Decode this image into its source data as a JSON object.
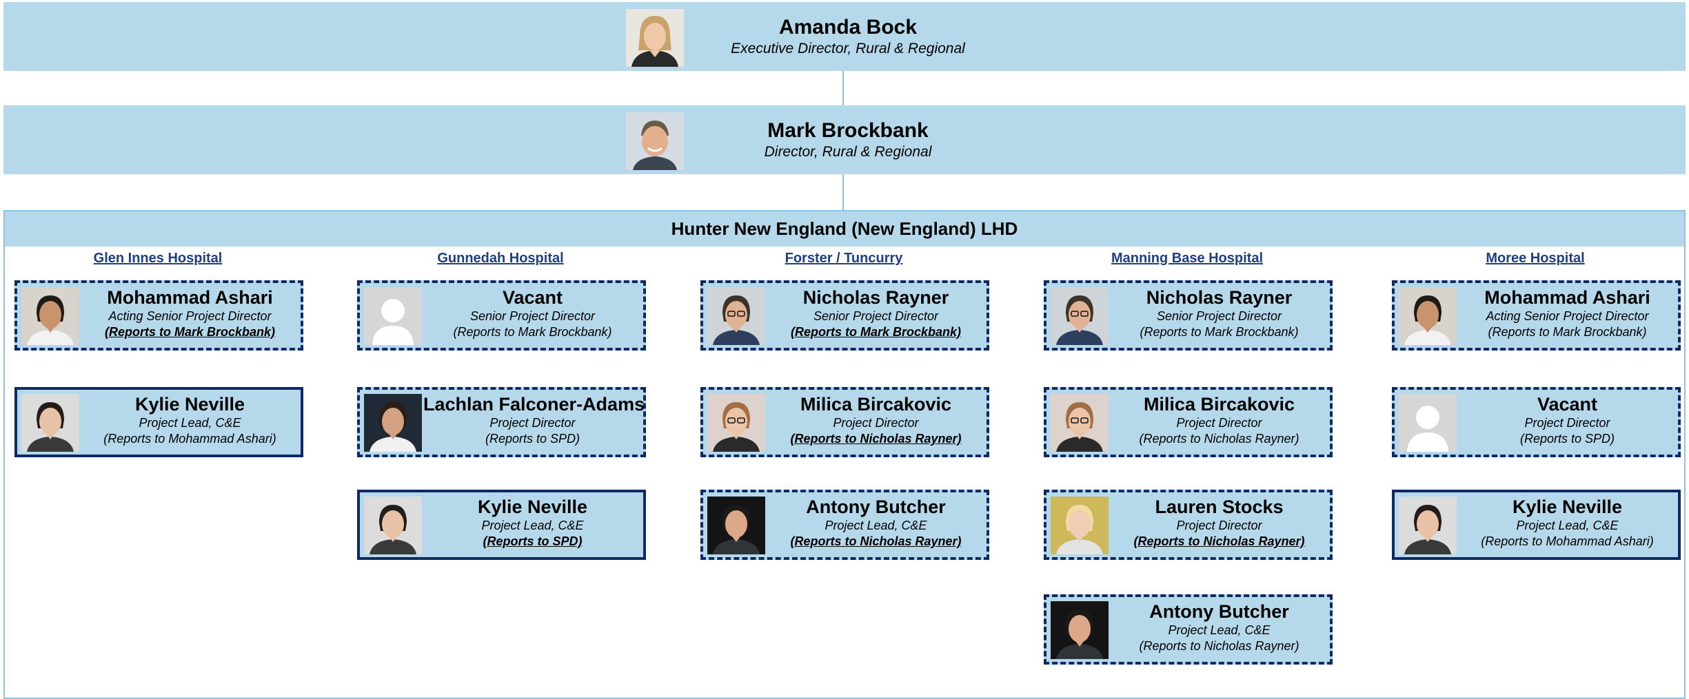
{
  "top": {
    "executive": {
      "name": "Amanda Bock",
      "title": "Executive Director, Rural & Regional"
    },
    "director": {
      "name": "Mark Brockbank",
      "title": "Director, Rural & Regional"
    }
  },
  "lhd": {
    "title": "Hunter New England (New England) LHD",
    "columns": [
      {
        "site": "Glen Innes Hospital",
        "cards": [
          {
            "name": "Mohammad Ashari",
            "title": "Acting Senior Project Director",
            "reports": "(Reports to Mark Brockbank)"
          },
          {
            "name": "Kylie Neville",
            "title": "Project Lead, C&E",
            "reports": "(Reports to Mohammad Ashari)"
          }
        ]
      },
      {
        "site": "Gunnedah Hospital",
        "cards": [
          {
            "name": "Vacant",
            "title": "Senior Project Director",
            "reports": "(Reports to Mark Brockbank)"
          },
          {
            "name": "Lachlan Falconer-Adams",
            "title": "Project Director",
            "reports": "(Reports to SPD)"
          },
          {
            "name": "Kylie Neville",
            "title": "Project Lead, C&E",
            "reports": "(Reports to SPD)"
          }
        ]
      },
      {
        "site": "Forster / Tuncurry",
        "cards": [
          {
            "name": "Nicholas Rayner",
            "title": "Senior Project Director",
            "reports": "(Reports to Mark Brockbank)"
          },
          {
            "name": "Milica Bircakovic",
            "title": "Project Director",
            "reports": "(Reports to Nicholas Rayner)"
          },
          {
            "name": "Antony Butcher",
            "title": "Project Lead, C&E",
            "reports": "(Reports to Nicholas Rayner)"
          }
        ]
      },
      {
        "site": "Manning Base Hospital",
        "cards": [
          {
            "name": "Nicholas Rayner",
            "title": "Senior Project Director",
            "reports": "(Reports to Mark Brockbank)"
          },
          {
            "name": "Milica Bircakovic",
            "title": "Project Director",
            "reports": "(Reports to Nicholas Rayner)"
          },
          {
            "name": "Lauren Stocks",
            "title": "Project Director",
            "reports": "(Reports to Nicholas Rayner)"
          },
          {
            "name": "Antony Butcher",
            "title": "Project Lead, C&E",
            "reports": "(Reports to Nicholas Rayner)"
          }
        ]
      },
      {
        "site": "Moree Hospital",
        "cards": [
          {
            "name": "Mohammad Ashari",
            "title": "Acting Senior Project Director",
            "reports": "(Reports to Mark Brockbank)"
          },
          {
            "name": "Vacant",
            "title": "Project Director",
            "reports": "(Reports to SPD)"
          },
          {
            "name": "Kylie Neville",
            "title": "Project Lead, C&E",
            "reports": "(Reports to Mohammad Ashari)"
          }
        ]
      }
    ]
  },
  "colors": {
    "band": "#b5d8ea",
    "border": "#0f2a63",
    "link": "#1f3f83",
    "connector": "#8cc3dd"
  }
}
